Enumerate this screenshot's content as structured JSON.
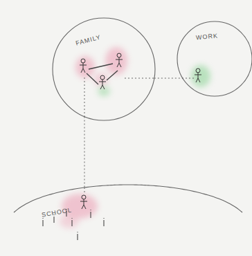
{
  "diagram": {
    "nodes": [
      {
        "text": [
          "FAMILY"
        ]
      },
      {
        "text": [
          "WORK"
        ]
      },
      {
        "text": [
          "SCHOOL"
        ]
      }
    ],
    "edges": [
      {
        "from": 0,
        "to": 1,
        "arrow": "none"
      },
      {
        "from": 0,
        "to": 2,
        "arrow": "none"
      }
    ]
  }
}
